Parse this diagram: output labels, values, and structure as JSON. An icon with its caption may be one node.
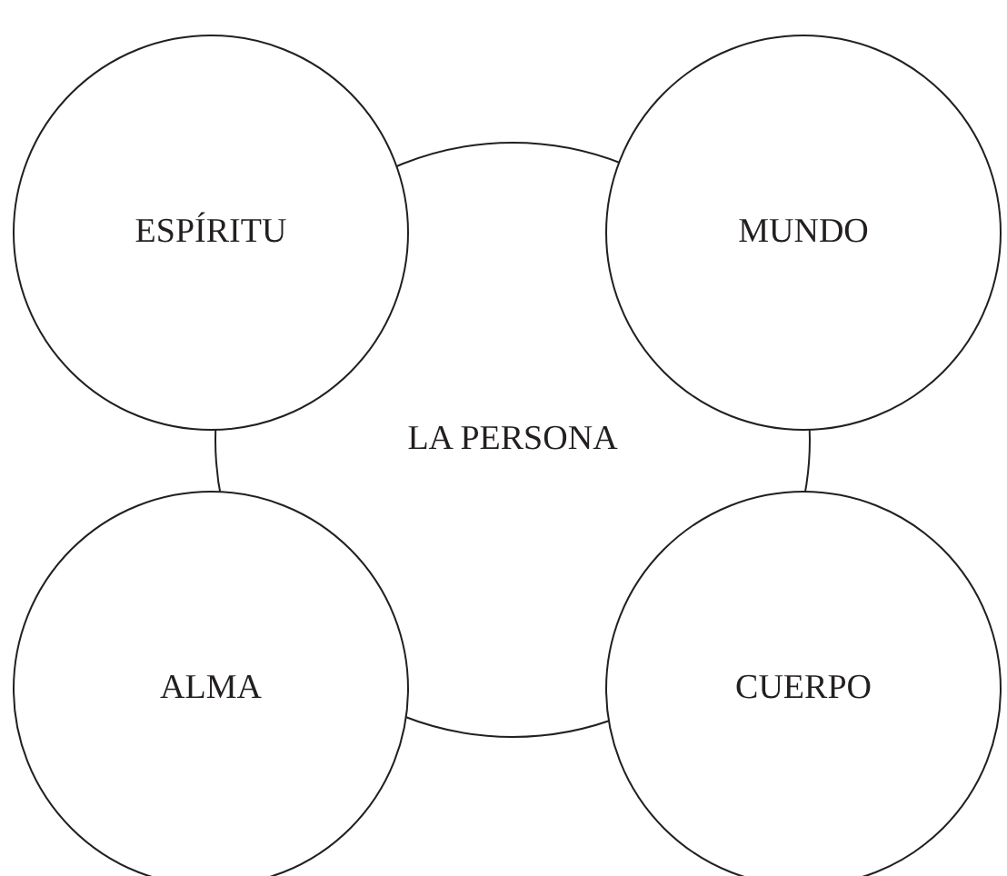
{
  "diagram": {
    "nodes": [
      {
        "text": [
          "ESPÍRITU"
        ]
      },
      {
        "text": [
          "MUNDO"
        ]
      },
      {
        "text": [
          "LA PERSONA"
        ]
      },
      {
        "text": [
          "ALMA"
        ]
      },
      {
        "text": [
          "CUERPO"
        ]
      }
    ]
  }
}
